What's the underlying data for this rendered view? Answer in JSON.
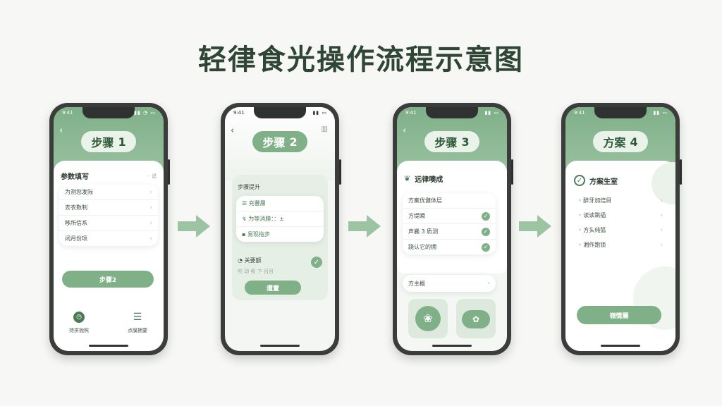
{
  "title": "轻律食光操作流程示意图",
  "phones": [
    {
      "time": "9:41",
      "step_label": "步骤",
      "step_num": "1",
      "card_title": "参数填写",
      "card_hint": "◦ 说",
      "items": [
        "为测您发际",
        "去衣数制",
        "移所信系",
        "闭月份项"
      ],
      "button": "步骤2",
      "bottom_icons": [
        {
          "icon": "clock-icon",
          "label": "持拼抛照"
        },
        {
          "icon": "layers-icon",
          "label": "点膜拥要"
        }
      ]
    },
    {
      "time": "9:41",
      "step_label": "步骤",
      "step_num": "2",
      "panel_title": "步骤提升",
      "items": [
        "充豐層",
        "为等消膜：：±",
        "易现指步"
      ],
      "done_label": "关要额",
      "done_sub": "吃 动 吸 ㄗ 吕吕",
      "button": "遭置"
    },
    {
      "time": "9:41",
      "step_label": "步骤",
      "step_num": "3",
      "header": "远律噢成",
      "items": [
        "方案优健体层",
        "方堤瞬",
        "声搬 3 质测",
        "跷认它的拥"
      ],
      "extra": "方主概"
    },
    {
      "time": "9:41",
      "step_label": "方案",
      "step_num": "4",
      "header": "方案生室",
      "items": [
        "醉牙加焙目",
        "读读跳插",
        "方头纯弧",
        "湘作跑锁"
      ],
      "button": "嶺情麗"
    }
  ]
}
